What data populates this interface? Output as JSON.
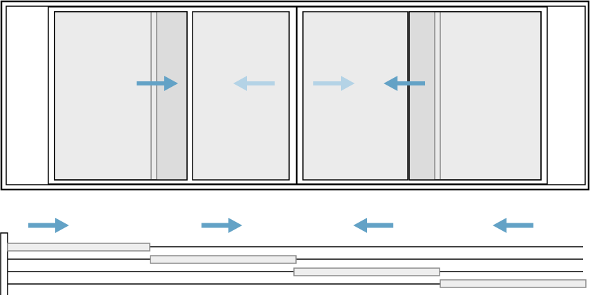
{
  "colors": {
    "frame": "#000000",
    "glass": "#ebebeb",
    "glass_overlap": "#dcdcdc",
    "rail_panel": "#eeeeee",
    "rail_panel_border": "#8a8a8a",
    "arrow_strong": "#63a2c6",
    "arrow_faded": "#b4d3e6",
    "background": "#ffffff"
  },
  "elevation": {
    "panels": [
      {
        "id": "panel-1",
        "role": "sliding",
        "track": 1
      },
      {
        "id": "panel-2",
        "role": "sliding",
        "track": 2
      },
      {
        "id": "panel-3",
        "role": "sliding",
        "track": 3
      },
      {
        "id": "panel-4",
        "role": "sliding",
        "track": 4
      }
    ],
    "arrows": [
      {
        "id": "arrow-1",
        "direction": "right",
        "style": "strong"
      },
      {
        "id": "arrow-2",
        "direction": "left",
        "style": "faded"
      },
      {
        "id": "arrow-3",
        "direction": "right",
        "style": "faded"
      },
      {
        "id": "arrow-4",
        "direction": "left",
        "style": "strong"
      }
    ]
  },
  "plan": {
    "track_count": 4,
    "arrows": [
      {
        "id": "plan-arrow-1",
        "direction": "right"
      },
      {
        "id": "plan-arrow-2",
        "direction": "right"
      },
      {
        "id": "plan-arrow-3",
        "direction": "left"
      },
      {
        "id": "plan-arrow-4",
        "direction": "left"
      }
    ]
  },
  "icons": {
    "direction_arrow": "arrow-icon"
  }
}
